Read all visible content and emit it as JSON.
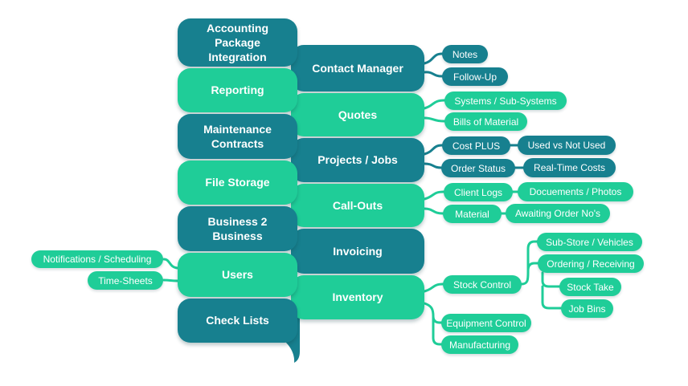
{
  "palette": {
    "dark_teal": "#17808F",
    "green": "#1FCD98",
    "text_color": "#FFFFFF",
    "background": "#FFFFFF"
  },
  "diagram": {
    "column1": [
      "Accounting Package Integration",
      "Reporting",
      "Maintenance Contracts",
      "File Storage",
      "Business 2 Business",
      "Users",
      "Check Lists"
    ],
    "column2": [
      "Contact Manager",
      "Quotes",
      "Projects / Jobs",
      "Call-Outs",
      "Invoicing",
      "Inventory"
    ],
    "children": {
      "contact_manager": [
        "Notes",
        "Follow-Up"
      ],
      "quotes": [
        "Systems / Sub-Systems",
        "Bills of Material"
      ],
      "projects_jobs": [
        "Cost PLUS",
        "Used vs Not Used",
        "Order Status",
        "Real-Time Costs"
      ],
      "call_outs": [
        "Client Logs",
        "Docuements / Photos",
        "Material",
        "Awaiting Order No's"
      ],
      "users": [
        "Notifications / Scheduling",
        "Time-Sheets"
      ],
      "inventory": [
        "Stock Control",
        "Equipment Control",
        "Manufacturing"
      ],
      "stock_control": [
        "Sub-Store / Vehicles",
        "Ordering / Receiving",
        "Stock Take",
        "Job Bins"
      ]
    }
  }
}
